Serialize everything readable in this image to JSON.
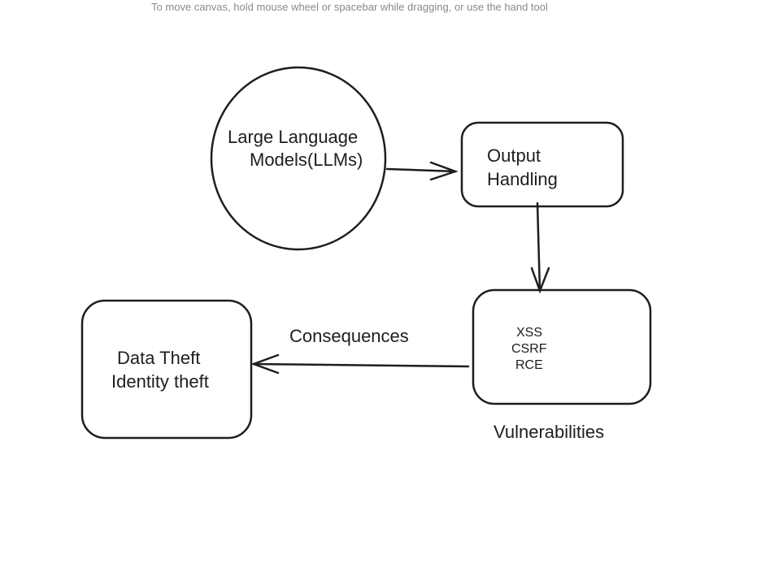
{
  "canvas_hint": "To move canvas, hold mouse wheel or spacebar while dragging, or use the hand tool",
  "nodes": {
    "llm": {
      "line1": "Large Language",
      "line2": "Models(LLMs)"
    },
    "output": {
      "line1": "Output",
      "line2": "Handling"
    },
    "vulns": {
      "line1": "XSS",
      "line2": "CSRF",
      "line3": "RCE"
    },
    "theft": {
      "line1": "Data Theft",
      "line2": "Identity theft"
    }
  },
  "labels": {
    "vulnerabilities": "Vulnerabilities",
    "consequences": "Consequences"
  },
  "colors": {
    "stroke": "#1e1e1e",
    "background": "#ffffff"
  }
}
